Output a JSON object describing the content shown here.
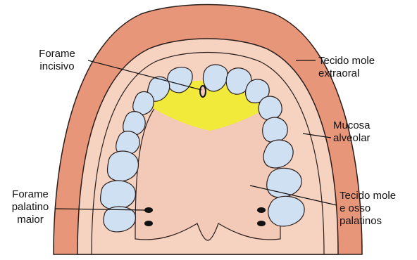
{
  "labels": {
    "forame_incisivo": [
      "Forame",
      "incisivo"
    ],
    "tecido_extraoral": [
      "Tecido mole",
      "extraoral"
    ],
    "mucosa_alveolar": [
      "Mucosa",
      "alveolar"
    ],
    "forame_palatino": [
      "Forame",
      "palatino",
      "maior"
    ],
    "tecido_palatinos": [
      "Tecido mole",
      "e osso",
      "palatinos"
    ]
  },
  "colors": {
    "lip": "#e8967a",
    "gingiva": "#f6d2c0",
    "palate": "#f3c9b7",
    "incisive_region": "#f2ea3a",
    "teeth": "#cfe0f2",
    "outline": "#2a1d1a"
  }
}
